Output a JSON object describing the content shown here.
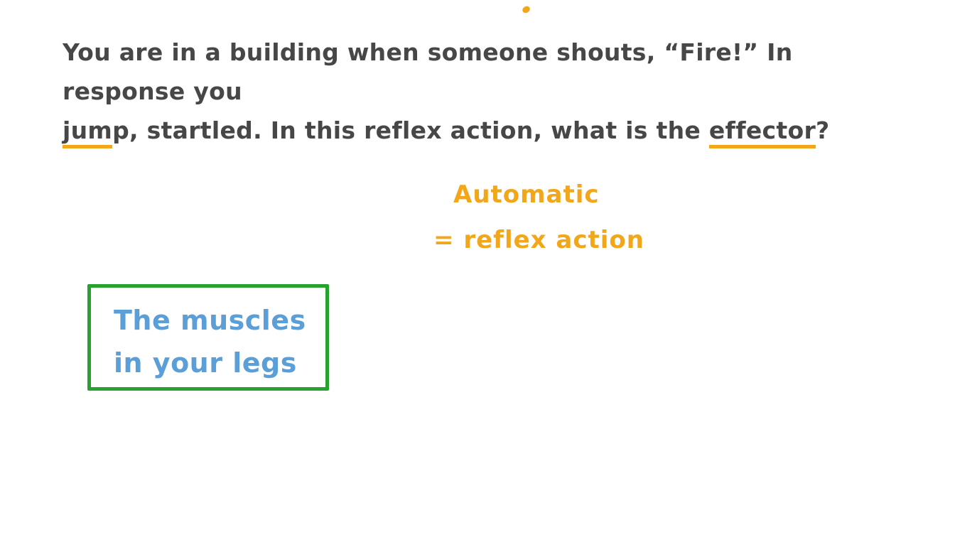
{
  "colors": {
    "ink": "#474747",
    "orange": "#f2a71b",
    "green": "#27a22e",
    "blue": "#5b9fd8",
    "paper": "#ffffff"
  },
  "question": {
    "line1": "You are in a building when someone shouts, “Fire!” In response you",
    "line2_seg_jump_underlined": "jum",
    "line2_seg_after_jump": "p, startled. In this reflex action, what is the ",
    "line2_seg_effector_underlined": "effector",
    "line2_seg_question_mark": "?"
  },
  "annotation": {
    "line1": "Automatic",
    "line2": "= reflex action"
  },
  "answer_box": {
    "line1": "The muscles",
    "line2": "in your legs"
  },
  "marks": {
    "stray_pen_dot_color": "#f2a71b"
  }
}
